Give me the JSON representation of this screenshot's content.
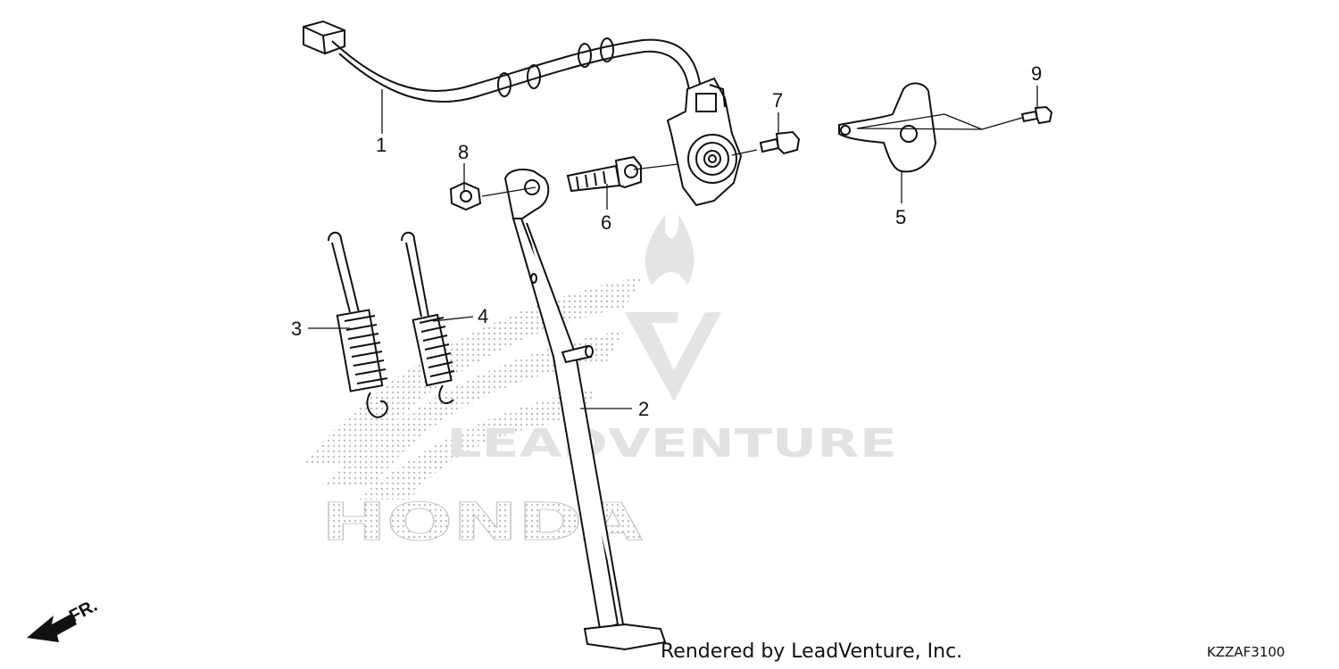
{
  "diagram": {
    "callouts": [
      {
        "id": "1",
        "label": "1"
      },
      {
        "id": "2",
        "label": "2"
      },
      {
        "id": "3",
        "label": "3"
      },
      {
        "id": "4",
        "label": "4"
      },
      {
        "id": "5",
        "label": "5"
      },
      {
        "id": "6",
        "label": "6"
      },
      {
        "id": "7",
        "label": "7"
      },
      {
        "id": "8",
        "label": "8"
      },
      {
        "id": "9",
        "label": "9"
      }
    ],
    "front_marker": "FR.",
    "diagram_code": "KZZAF3100",
    "credit": "Rendered by LeadVenture, Inc.",
    "watermarks": {
      "brand_wordmark": "HONDA",
      "vendor_wordmark": "LEADVENTURE"
    }
  },
  "colors": {
    "line": "#111111",
    "watermark": "#e2e2e2",
    "logo_dots": "#bdbdbd"
  }
}
